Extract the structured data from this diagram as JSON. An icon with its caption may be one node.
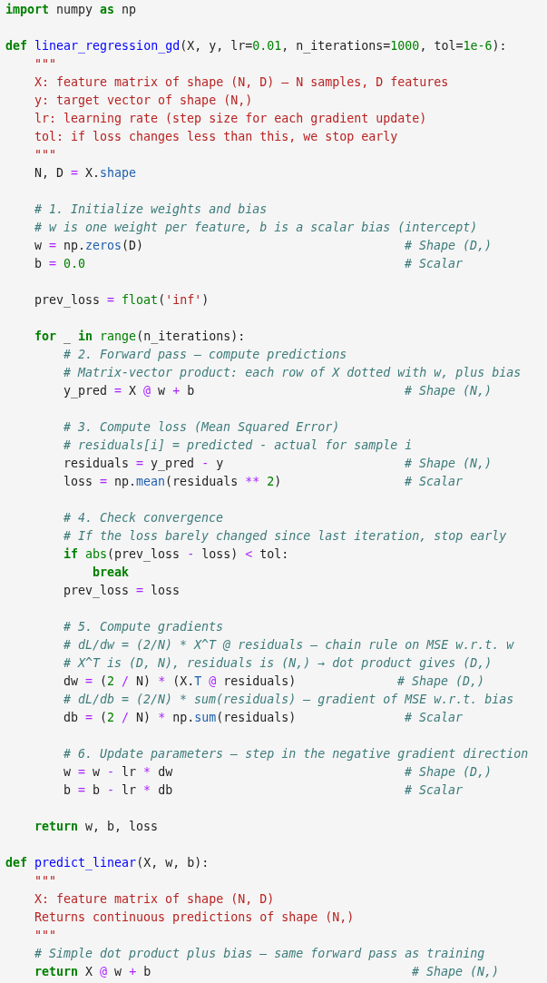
{
  "diagram": {
    "labels": [
      "import numpy as np",
      "def linear_regression_gd(X, y, lr=0.01, n_iterations=1000, tol=1e-6):",
      "\"\"\"",
      "X: feature matrix of shape (N, D) — N samples, D features",
      "y: target vector of shape (N,)",
      "lr: learning rate (step size for each gradient update)",
      "tol: if loss changes less than this, we stop early",
      "\"\"\"",
      "N, D = X.shape",
      "# 1. Initialize weights and bias",
      "# w is one weight per feature, b is a scalar bias (intercept)",
      "w = np.zeros(D)",
      "# Shape (D,)",
      "b = 0.0",
      "# Scalar",
      "prev_loss = float('inf')",
      "for _ in range(n_iterations):",
      "# 2. Forward pass — compute predictions",
      "# Matrix-vector product: each row of X dotted with w, plus bias",
      "y_pred = X @ w + b",
      "# Shape (N,)",
      "# 3. Compute loss (Mean Squared Error)",
      "# residuals[i] = predicted - actual for sample i",
      "residuals = y_pred - y",
      "# Shape (N,)",
      "loss = np.mean(residuals ** 2)",
      "# Scalar",
      "# 4. Check convergence",
      "# If the loss barely changed since last iteration, stop early",
      "if abs(prev_loss - loss) < tol:",
      "break",
      "prev_loss = loss",
      "# 5. Compute gradients",
      "# dL/dw = (2/N) * X^T @ residuals — chain rule on MSE w.r.t. w",
      "# X^T is (D, N), residuals is (N,) → dot product gives (D,)",
      "dw = (2 / N) * (X.T @ residuals)",
      "# Shape (D,)",
      "# dL/db = (2/N) * sum(residuals) — gradient of MSE w.r.t. bias",
      "db = (2 / N) * np.sum(residuals)",
      "# Scalar",
      "# 6. Update parameters — step in the negative gradient direction",
      "w = w - lr * dw",
      "# Shape (D,)",
      "b = b - lr * db",
      "# Scalar",
      "return w, b, loss",
      "def predict_linear(X, w, b):",
      "\"\"\"",
      "X: feature matrix of shape (N, D)",
      "Returns continuous predictions of shape (N,)",
      "\"\"\"",
      "# Simple dot product plus bias — same forward pass as training",
      "return X @ w + b",
      "# Shape (N,)"
    ]
  }
}
